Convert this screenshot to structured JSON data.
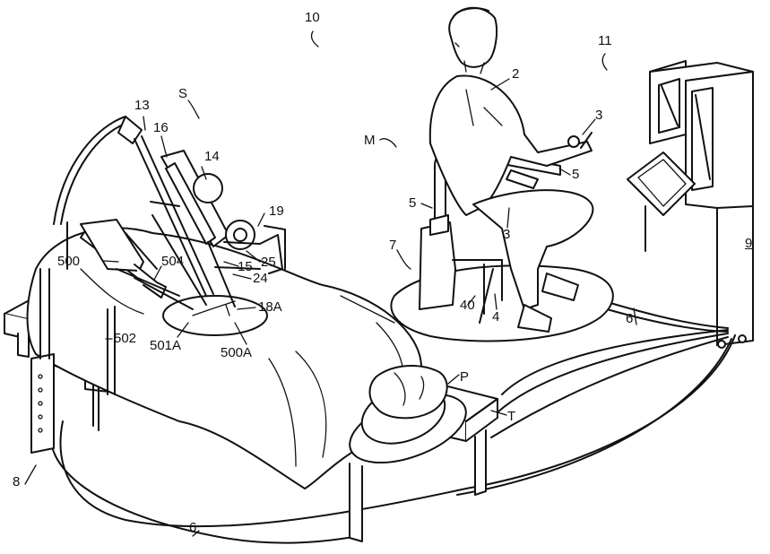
{
  "labels": {
    "n10": "10",
    "n11": "11",
    "s": "S",
    "m": "M",
    "n13": "13",
    "n16": "16",
    "n14": "14",
    "n19": "19",
    "n25": "25",
    "n15": "15",
    "n24": "24",
    "n18a": "18A",
    "n500": "500",
    "n504": "504",
    "n502": "502",
    "n501a": "501A",
    "n500a": "500A",
    "n2": "2",
    "n3a": "3",
    "n3b": "3",
    "n5a": "5",
    "n5b": "5",
    "n7": "7",
    "n40": "40",
    "n4": "4",
    "n6a": "6",
    "n6b": "6",
    "n9": "9",
    "n8": "8",
    "p": "P",
    "t": "T"
  }
}
